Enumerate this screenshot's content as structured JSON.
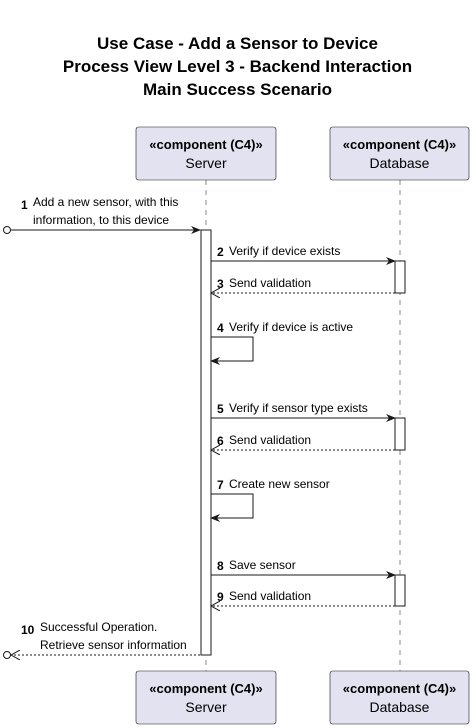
{
  "title": {
    "line1": "Use Case - Add a Sensor to Device",
    "line2": "Process View Level 3 - Backend Interaction",
    "line3": "Main Success Scenario"
  },
  "participants": [
    {
      "stereotype": "«component (C4)»",
      "name": "Server"
    },
    {
      "stereotype": "«component (C4)»",
      "name": "Database"
    }
  ],
  "messages": [
    {
      "num": "1",
      "lines": [
        "Add a new sensor, with this",
        "information, to this device"
      ],
      "from": "external",
      "to": "server",
      "type": "sync"
    },
    {
      "num": "2",
      "lines": [
        "Verify if device exists"
      ],
      "from": "server",
      "to": "database",
      "type": "sync"
    },
    {
      "num": "3",
      "lines": [
        "Send validation"
      ],
      "from": "database",
      "to": "server",
      "type": "return"
    },
    {
      "num": "4",
      "lines": [
        "Verify if device is active"
      ],
      "from": "server",
      "to": "server",
      "type": "self"
    },
    {
      "num": "5",
      "lines": [
        "Verify if sensor type exists"
      ],
      "from": "server",
      "to": "database",
      "type": "sync"
    },
    {
      "num": "6",
      "lines": [
        "Send validation"
      ],
      "from": "database",
      "to": "server",
      "type": "return"
    },
    {
      "num": "7",
      "lines": [
        "Create new sensor"
      ],
      "from": "server",
      "to": "server",
      "type": "self"
    },
    {
      "num": "8",
      "lines": [
        "Save sensor"
      ],
      "from": "server",
      "to": "database",
      "type": "sync"
    },
    {
      "num": "9",
      "lines": [
        "Send validation"
      ],
      "from": "database",
      "to": "server",
      "type": "return"
    },
    {
      "num": "10",
      "lines": [
        "Successful Operation.",
        "Retrieve sensor information"
      ],
      "from": "server",
      "to": "external",
      "type": "return"
    }
  ],
  "colors": {
    "participant_fill": "#e2e2f0",
    "participant_border": "#181818",
    "lifeline": "#888888",
    "line": "#181818"
  }
}
